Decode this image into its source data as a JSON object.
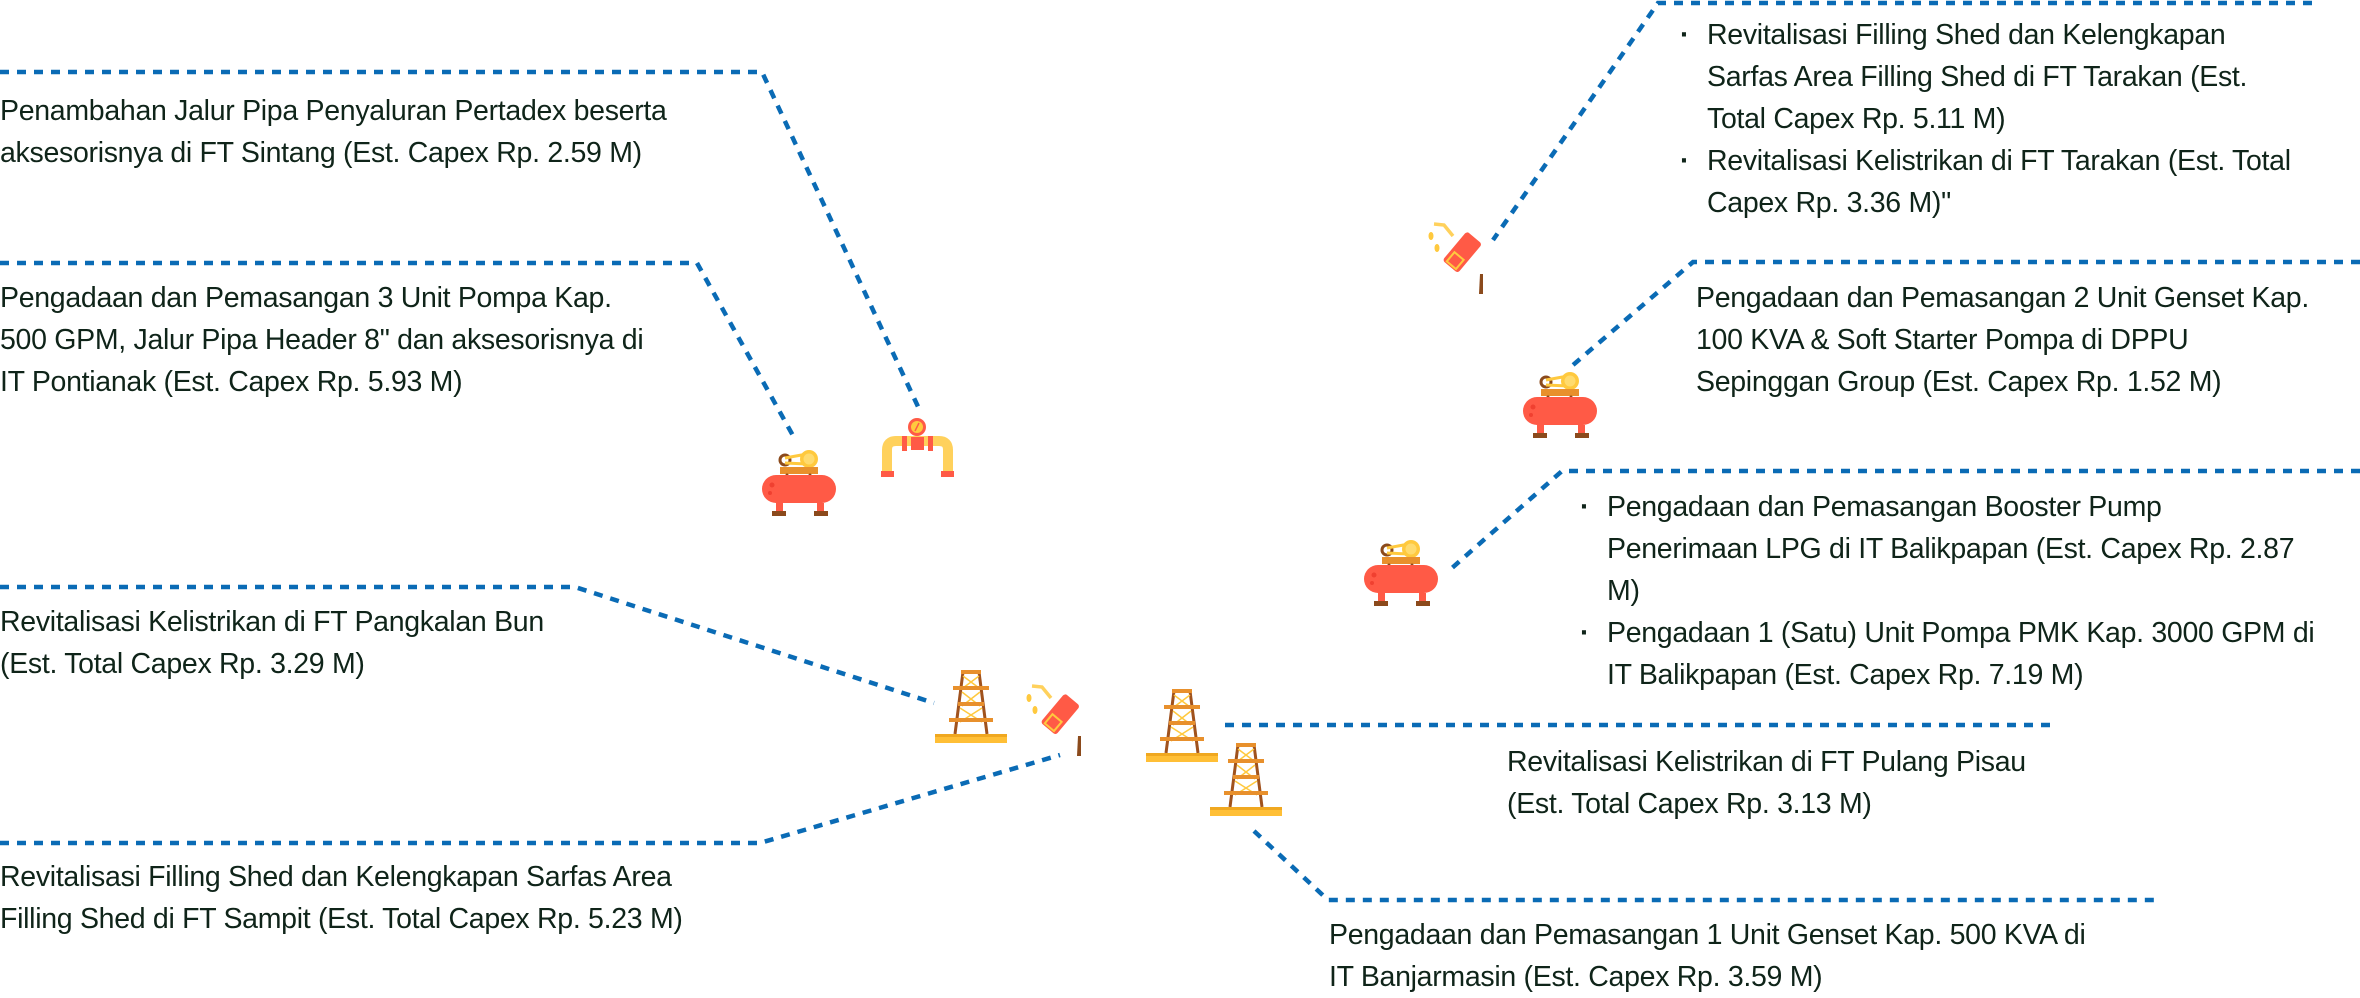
{
  "diagram": {
    "title": "",
    "line_color": "#0a6bb5",
    "text_color": "#0f2419",
    "icon_colors": {
      "red": "#ff5a46",
      "yellow": "#ffc93e",
      "orange": "#e8902c",
      "brown": "#8b4a1c"
    },
    "projects": [
      {
        "id": "sintang",
        "icon": "pipeline-gauge-icon",
        "lines": [
          "Penambahan Jalur Pipa Penyaluran Pertadex beserta",
          "aksesorisnya di FT Sintang (Est. Capex Rp. 2.59 M)"
        ]
      },
      {
        "id": "pontianak",
        "icon": "air-compressor-icon",
        "lines": [
          "Pengadaan dan Pemasangan 3 Unit Pompa Kap.",
          "500 GPM, Jalur Pipa Header 8\" dan aksesorisnya di",
          "IT Pontianak (Est. Capex Rp. 5.93 M)"
        ]
      },
      {
        "id": "pangkalan-bun",
        "icon": "power-tower-icon",
        "lines": [
          "Revitalisasi Kelistrikan di FT Pangkalan Bun",
          "(Est. Total Capex Rp. 3.29 M)"
        ]
      },
      {
        "id": "sampit",
        "icon": "fuel-nozzle-icon",
        "lines": [
          "Revitalisasi Filling Shed dan Kelengkapan Sarfas Area",
          "Filling Shed di FT Sampit (Est. Total Capex Rp. 5.23 M)"
        ]
      },
      {
        "id": "tarakan",
        "icon": "fuel-nozzle-icon",
        "bullets": [
          [
            "Revitalisasi Filling Shed dan Kelengkapan",
            "Sarfas Area Filling Shed di FT Tarakan (Est.",
            "Total Capex Rp. 5.11 M)"
          ],
          [
            "Revitalisasi Kelistrikan di FT Tarakan (Est. Total",
            "Capex Rp. 3.36 M)\""
          ]
        ]
      },
      {
        "id": "sepinggan",
        "icon": "air-compressor-icon",
        "lines": [
          "Pengadaan dan Pemasangan 2 Unit Genset Kap.",
          "100 KVA & Soft Starter Pompa di DPPU",
          "Sepinggan Group (Est. Capex Rp. 1.52 M)"
        ]
      },
      {
        "id": "balikpapan",
        "icon": "air-compressor-icon",
        "bullets": [
          [
            "Pengadaan dan Pemasangan Booster Pump",
            "Penerimaan LPG di IT Balikpapan (Est. Capex Rp. 2.87",
            "M)"
          ],
          [
            "Pengadaan 1 (Satu) Unit Pompa PMK Kap. 3000 GPM di",
            "IT Balikpapan (Est. Capex Rp. 7.19 M)"
          ]
        ]
      },
      {
        "id": "pulang-pisau",
        "icon": "power-tower-icon",
        "lines": [
          "Revitalisasi Kelistrikan di FT Pulang Pisau",
          "(Est. Total Capex Rp. 3.13 M)"
        ]
      },
      {
        "id": "banjarmasin",
        "icon": "power-tower-icon",
        "lines": [
          "Pengadaan dan Pemasangan 1 Unit Genset Kap. 500 KVA di",
          "IT Banjarmasin (Est. Capex Rp. 3.59 M)"
        ]
      }
    ]
  }
}
